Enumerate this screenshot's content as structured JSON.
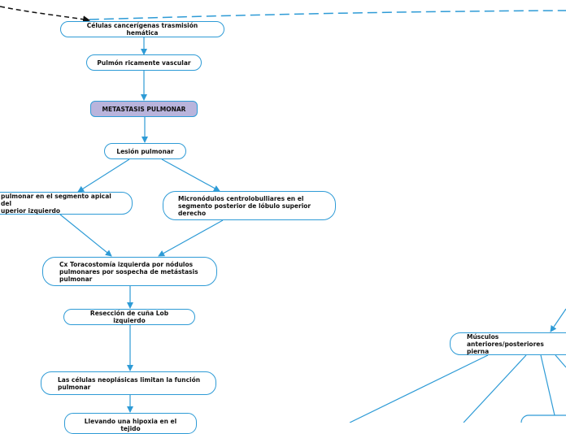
{
  "nodes": {
    "n1": "Células cancerígenas  trasmisión hemática",
    "n2": "Pulmón ricamente vascular",
    "n3": "METASTASIS PULMONAR",
    "n4": "Lesión pulmonar",
    "n5": "pulmonar en el segmento apical del\nuperior izquierdo",
    "n6": "Micronódulos centrolobulliares en el\nsegmento posterior de lóbulo superior\nderecho",
    "n7": "Cx Toracostomía izquierda por nódulos\npulmonares por sospecha de metástasis\npulmonar",
    "n8": "Resección de cuña Lob izquierdo",
    "n9": "Las células neoplásicas limitan la función\npulmonar",
    "n10": "Llevando una hipoxia en el tejido",
    "n11": "Músculos anteriores/posteriores\npierna"
  },
  "colors": {
    "line": "#2e9bd6",
    "dashed_arrow": "#111111",
    "highlight_fill": "#b9b4dc"
  }
}
